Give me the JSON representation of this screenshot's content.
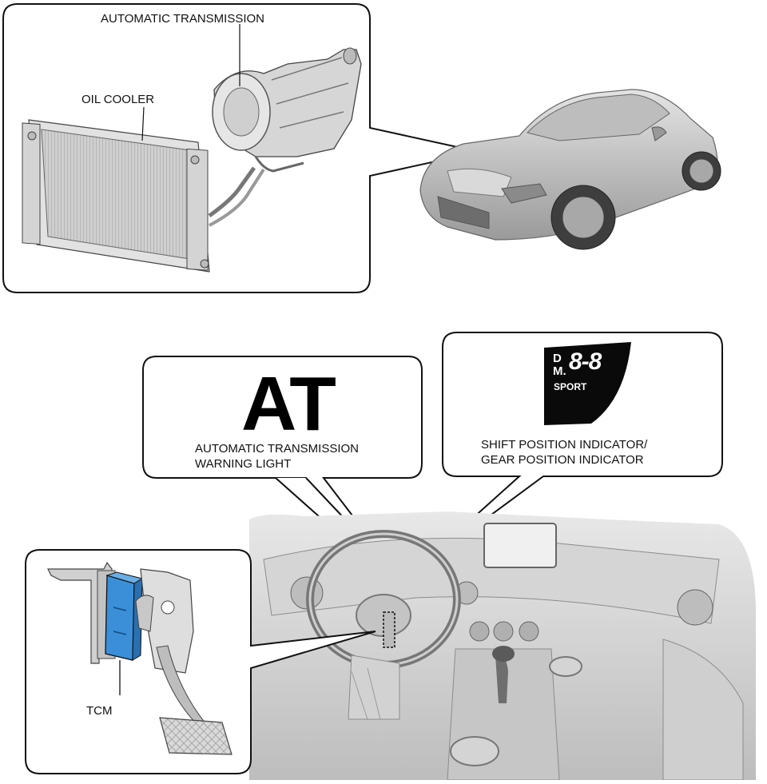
{
  "labels": {
    "automatic_transmission": "AUTOMATIC TRANSMISSION",
    "oil_cooler": "OIL COOLER",
    "at_symbol": "AT",
    "warning_light_line1": "AUTOMATIC TRANSMISSION",
    "warning_light_line2": "WARNING LIGHT",
    "indicator_line1": "SHIFT POSITION INDICATOR/",
    "indicator_line2": "GEAR POSITION INDICATOR",
    "tcm": "TCM"
  },
  "indicator_display": {
    "d_letter": "D",
    "m_letter": "M.",
    "digits": "8-8",
    "mode": "SPORT"
  },
  "colors": {
    "tcm_module": "#3a8fd8",
    "outline": "#111111",
    "part_gray": "#c8c8c8"
  }
}
